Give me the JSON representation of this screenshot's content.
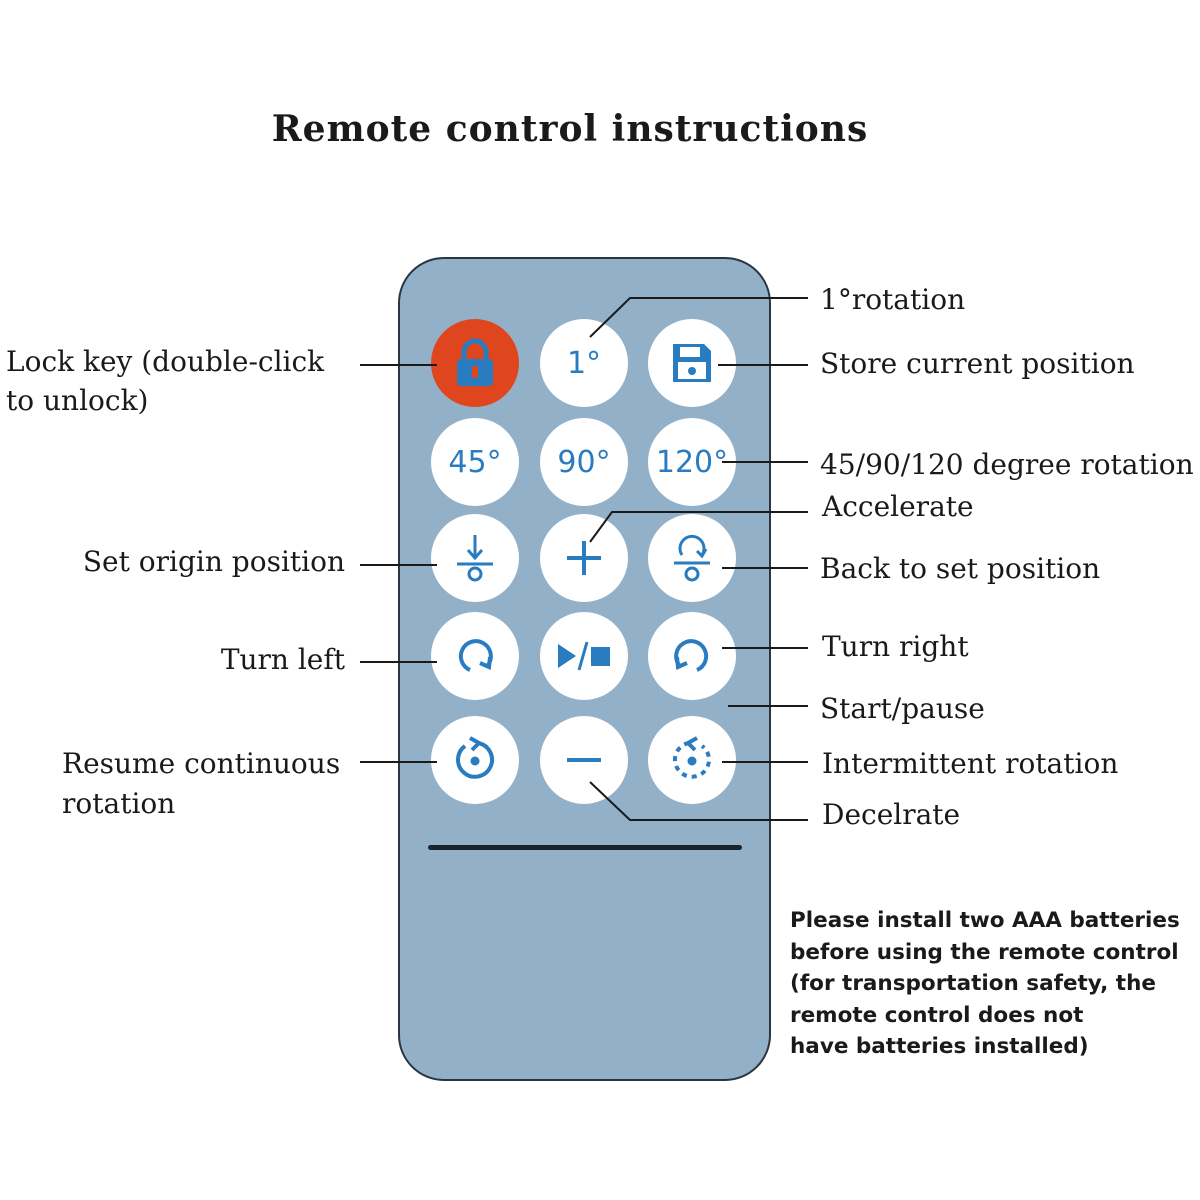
{
  "title": "Remote control instructions",
  "buttons": {
    "lock": {
      "icon": "lock-icon",
      "color": "#e0461e"
    },
    "one_degree": {
      "text": "1°"
    },
    "store": {
      "icon": "floppy-disk-icon"
    },
    "deg45": {
      "text": "45°"
    },
    "deg90": {
      "text": "90°"
    },
    "deg120": {
      "text": "120°"
    },
    "set_origin": {
      "icon": "set-origin-icon"
    },
    "accelerate": {
      "icon": "plus-icon"
    },
    "back_to_set": {
      "icon": "return-origin-icon"
    },
    "turn_left": {
      "icon": "rotate-clockwise-icon"
    },
    "start_pause": {
      "icon": "play-stop-icon"
    },
    "turn_right": {
      "icon": "rotate-counterclockwise-icon"
    },
    "resume": {
      "icon": "continuous-rotation-icon"
    },
    "decelerate": {
      "icon": "minus-icon"
    },
    "intermittent": {
      "icon": "intermittent-rotation-icon"
    }
  },
  "labels": {
    "lock_line1": "Lock key (double-click",
    "lock_line2": "to unlock)",
    "set_origin": "Set origin position",
    "turn_left": "Turn left",
    "resume_line1": "Resume continuous",
    "resume_line2": "rotation",
    "one_rotation": "1°rotation",
    "store": "Store current position",
    "degree_rotation": "45/90/120 degree rotation",
    "accelerate": "Accelerate",
    "back_to_set": "Back to set position",
    "turn_right": "Turn right",
    "start_pause": "Start/pause",
    "intermittent": "Intermittent rotation",
    "decelerate": "Decelrate"
  },
  "note": [
    "Please install two AAA batteries",
    "before using the remote control",
    "(for transportation safety, the",
    "remote control does not",
    "have batteries installed)"
  ],
  "colors": {
    "remote_body": "#93b0c9",
    "button_icon": "#2a7cc0",
    "lock_button": "#e0461e"
  }
}
